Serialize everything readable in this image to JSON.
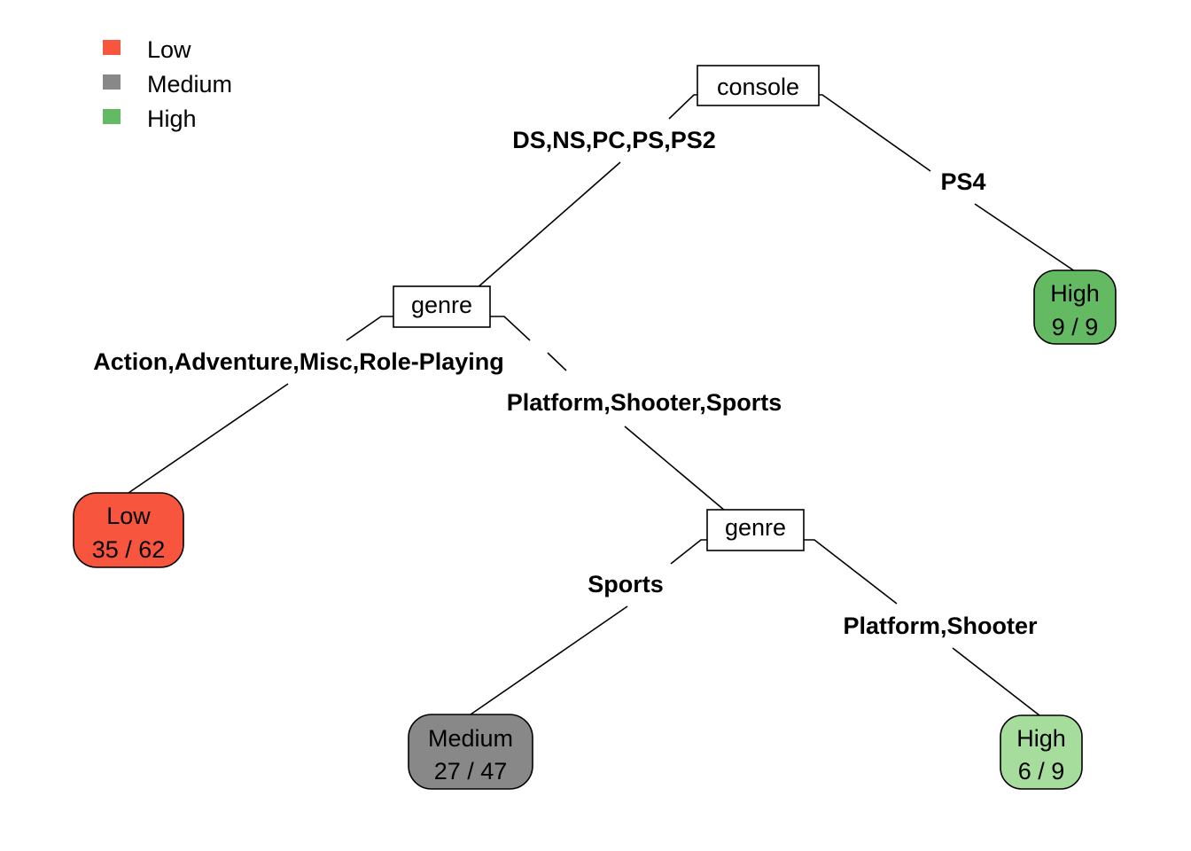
{
  "chart_data": {
    "type": "decision-tree",
    "title": "",
    "legend": {
      "placement": "top-left",
      "entries": [
        {
          "label": "Low",
          "color": "#F8553F"
        },
        {
          "label": "Medium",
          "color": "#888888"
        },
        {
          "label": "High",
          "color": "#63BA63"
        }
      ]
    },
    "nodes": {
      "root": {
        "type": "split",
        "variable": "console"
      },
      "genre1": {
        "type": "split",
        "variable": "genre"
      },
      "genre2": {
        "type": "split",
        "variable": "genre"
      },
      "leaf_ps4": {
        "type": "leaf",
        "class": "High",
        "correct": 9,
        "total": 9,
        "text": "9 / 9",
        "fill": "#63BA63"
      },
      "leaf_low": {
        "type": "leaf",
        "class": "Low",
        "correct": 35,
        "total": 62,
        "text": "35 / 62",
        "fill": "#F8553F"
      },
      "leaf_medium": {
        "type": "leaf",
        "class": "Medium",
        "correct": 27,
        "total": 47,
        "text": "27 / 47",
        "fill": "#888888"
      },
      "leaf_high2": {
        "type": "leaf",
        "class": "High",
        "correct": 6,
        "total": 9,
        "text": "6 / 9",
        "fill": "#A6DC9C"
      }
    },
    "edges": {
      "root_left": {
        "from": "root",
        "to": "genre1",
        "label": "DS,NS,PC,PS,PS2"
      },
      "root_right": {
        "from": "root",
        "to": "leaf_ps4",
        "label": "PS4"
      },
      "genre1_left": {
        "from": "genre1",
        "to": "leaf_low",
        "label": "Action,Adventure,Misc,Role-Playing"
      },
      "genre1_right": {
        "from": "genre1",
        "to": "genre2",
        "label": "Platform,Shooter,Sports"
      },
      "genre2_left": {
        "from": "genre2",
        "to": "leaf_medium",
        "label": "Sports"
      },
      "genre2_right": {
        "from": "genre2",
        "to": "leaf_high2",
        "label": "Platform,Shooter"
      }
    }
  }
}
